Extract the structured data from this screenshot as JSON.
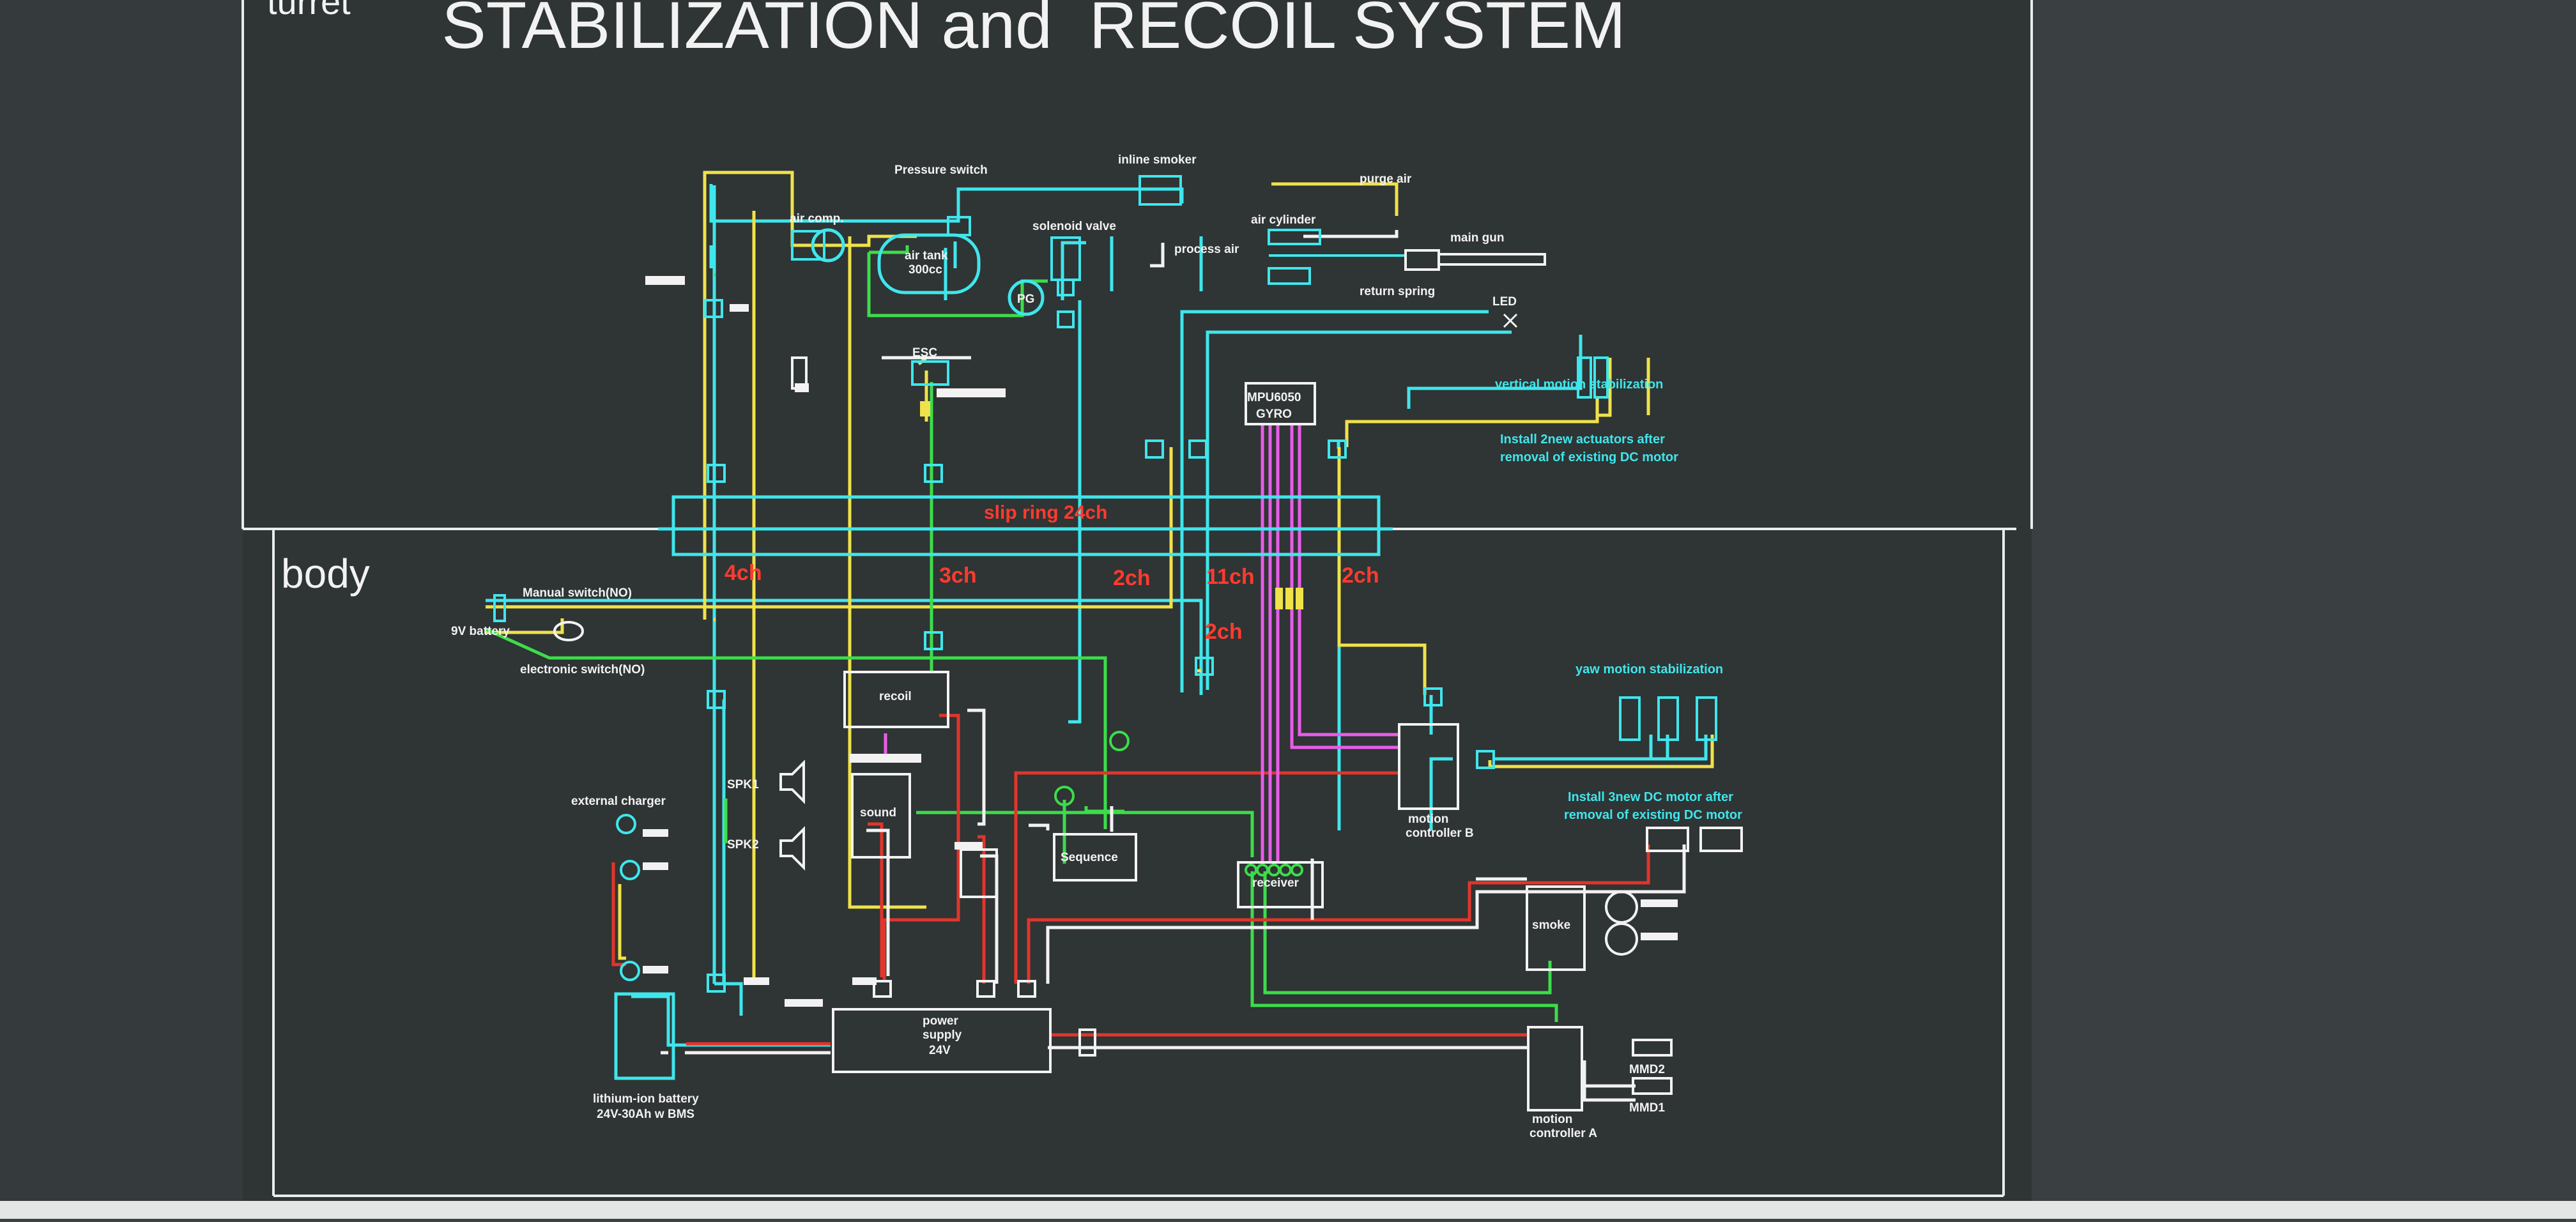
{
  "title": "STABILIZATION and  RECOIL SYSTEM",
  "sections": {
    "turret": "turret",
    "body": "body"
  },
  "colors": {
    "screen_bg": "#2f3434",
    "frame": "#e9ecec",
    "cyan": "#3fe6ec",
    "yellow": "#efe24a",
    "green": "#3cdd4a",
    "red": "#e2352b",
    "white": "#f2f2f2",
    "magenta": "#e95ce8"
  },
  "labels": {
    "pressure_switch": "Pressure switch",
    "inline_smoker": "inline smoker",
    "purge_air": "purge air",
    "air_comp": "air comp.",
    "air_tank_line1": "air tank",
    "air_tank_line2": "300cc",
    "solenoid_valve": "solenoid valve",
    "air_cylinder": "air cylinder",
    "main_gun": "main gun",
    "process_air": "process air",
    "return_spring": "return spring",
    "pg": "PG",
    "led": "LED",
    "esc": "ESC",
    "mpu_line1": "MPU6050",
    "mpu_line2": "GYRO",
    "vertical_motion": "vertical motion stabilization",
    "install_actuators_1": "Install 2new actuators after",
    "install_actuators_2": "removal of existing DC motor",
    "slip_ring": "slip ring 24ch",
    "ch4": "4ch",
    "ch3": "3ch",
    "ch2a": "2ch",
    "ch11": "11ch",
    "ch2b": "2ch",
    "ch2c": "2ch",
    "manual_switch": "Manual switch(NO)",
    "battery_9v": "9V battery",
    "electronic_switch": "electronic switch(NO)",
    "recoil": "recoil",
    "yaw_motion": "yaw motion stabilization",
    "external_charger": "external charger",
    "spk1": "SPK1",
    "spk2": "SPK2",
    "sound": "sound",
    "sequence": "Sequence",
    "receiver": "receiver",
    "motion_controller_b_1": "motion",
    "motion_controller_b_2": "controller B",
    "install_dc_1": "Install 3new DC motor after",
    "install_dc_2": "removal of existing DC motor",
    "smoke": "smoke",
    "power_supply_1": "power",
    "power_supply_2": "supply",
    "power_supply_3": "24V",
    "mmd2": "MMD2",
    "mmd1": "MMD1",
    "battery_1": "lithium-ion battery",
    "battery_2": "24V-30Ah w BMS",
    "motion_controller_a_1": "motion",
    "motion_controller_a_2": "controller A"
  }
}
